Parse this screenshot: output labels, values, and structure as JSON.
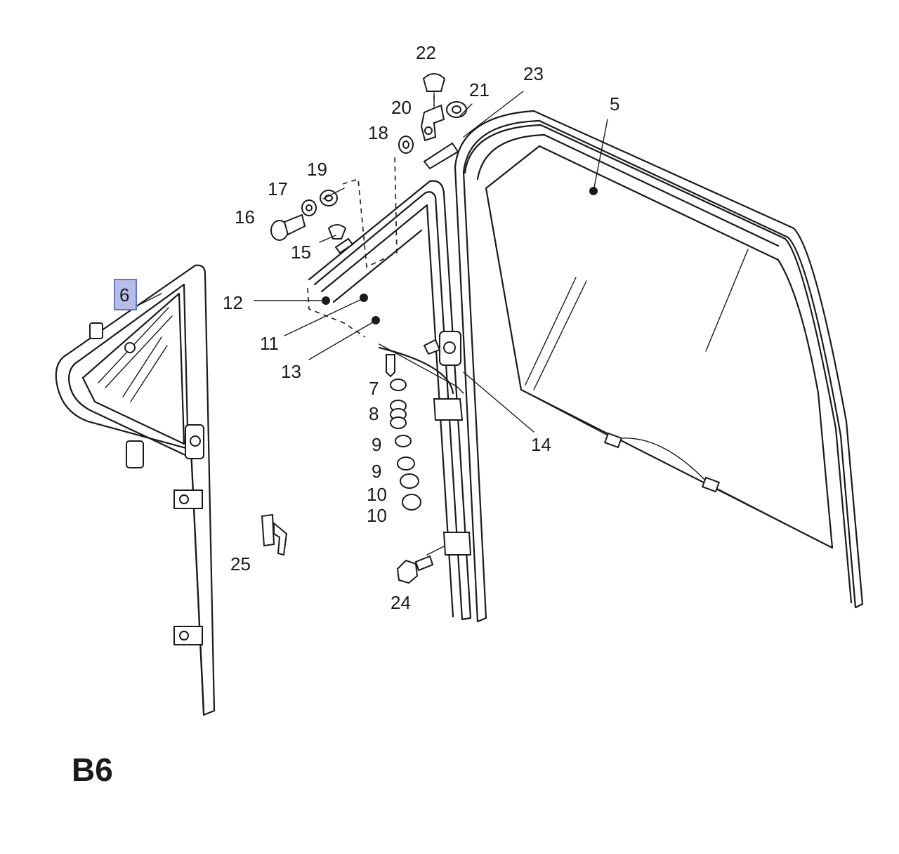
{
  "diagram": {
    "sheet_code": "B6",
    "highlighted_part": "6",
    "callouts": [
      "22",
      "21",
      "23",
      "20",
      "5",
      "18",
      "19",
      "17",
      "16",
      "15",
      "12",
      "11",
      "13",
      "7",
      "8",
      "9",
      "9",
      "10",
      "10",
      "14",
      "25",
      "24",
      "6"
    ]
  }
}
